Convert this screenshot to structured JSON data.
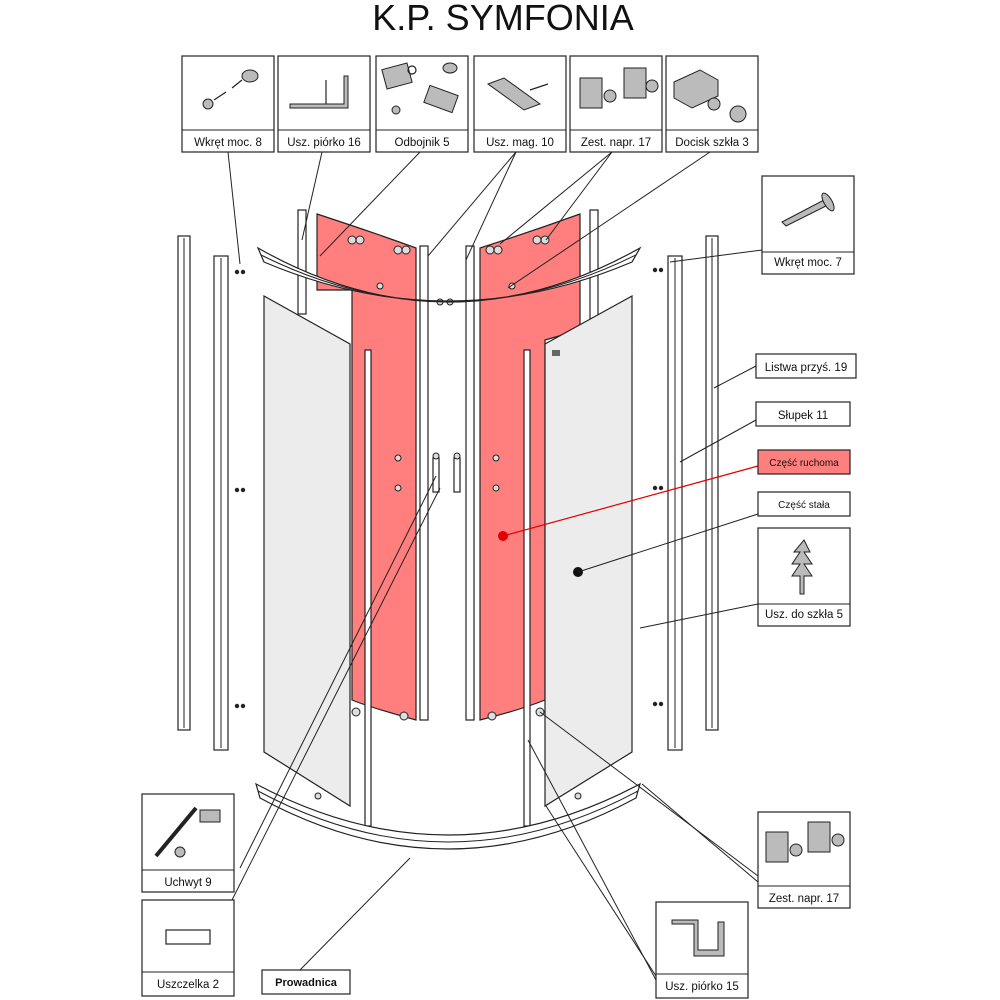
{
  "title": "K.P. SYMFONIA",
  "parts": {
    "wkret8": "Wkręt moc. 8",
    "uszPiorko16": "Usz. piórko 16",
    "odbojnik5": "Odbojnik 5",
    "uszMag10": "Usz. mag. 10",
    "zestNapr17Top": "Zest. napr. 17",
    "dociskSzkla3": "Docisk szkła 3",
    "wkret7": "Wkręt moc. 7",
    "listwaPrzys19": "Listwa przyś. 19",
    "slupek11": "Słupek 11",
    "czescRuchoma": "Część ruchoma",
    "czescStala": "Część stała",
    "uszDoSzkla5": "Usz. do szkła 5",
    "zestNapr17Bottom": "Zest. napr. 17",
    "uchwyt9": "Uchwyt 9",
    "uszczelka2": "Uszczelka 2",
    "prowadnica": "Prowadnica",
    "uszPiorko15": "Usz. piórko 15"
  },
  "colors": {
    "moving_part": "#ff7f7f",
    "fixed_part": "#ececec",
    "line": "#222222",
    "leader_moving": "#e00000"
  },
  "icons": [
    "screw-icon",
    "seal-strip-icon",
    "bumper-icon",
    "magnetic-seal-icon",
    "roller-set-icon",
    "glass-clamp-icon",
    "seal-fin-icon",
    "handle-icon",
    "gasket-icon",
    "u-seal-icon"
  ]
}
